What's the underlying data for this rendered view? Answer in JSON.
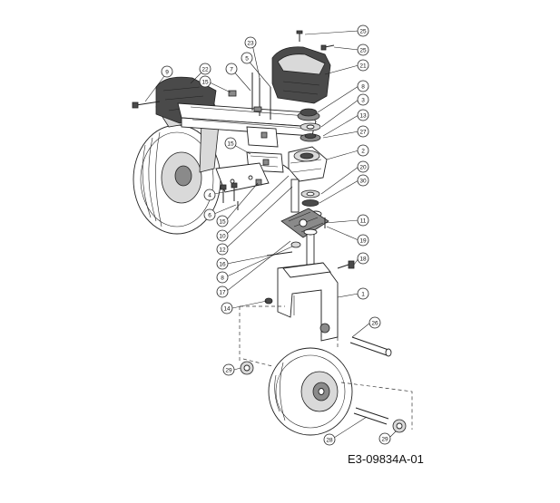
{
  "drawing": {
    "reference_code": "E3-09834A-01",
    "callouts": [
      "25",
      "25",
      "23",
      "9",
      "22",
      "7",
      "5",
      "21",
      "15",
      "8",
      "3",
      "13",
      "27",
      "15",
      "2",
      "20",
      "30",
      "4",
      "6",
      "15",
      "10",
      "11",
      "12",
      "19",
      "16",
      "18",
      "8",
      "17",
      "1",
      "14",
      "26",
      "29",
      "28",
      "29"
    ]
  }
}
